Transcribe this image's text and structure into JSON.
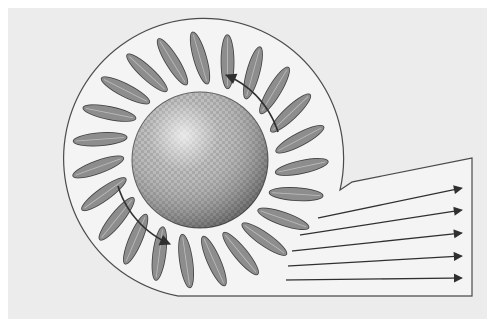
{
  "diagram": {
    "subject": "centrifugal-fan-cross-section",
    "blade_count": 23,
    "outlet_arrow_count": 6,
    "rotation_arrow_count": 2,
    "colors": {
      "background": "#ffffff",
      "panel": "#ececec",
      "housing_stroke": "#4a4a4a",
      "blade_fill": "#8d8d8d",
      "blade_stroke": "#3e3e3e",
      "hub_light": "#d6d6d6",
      "hub_dark": "#6a6a6a",
      "arrow": "#2f2f2f"
    }
  }
}
